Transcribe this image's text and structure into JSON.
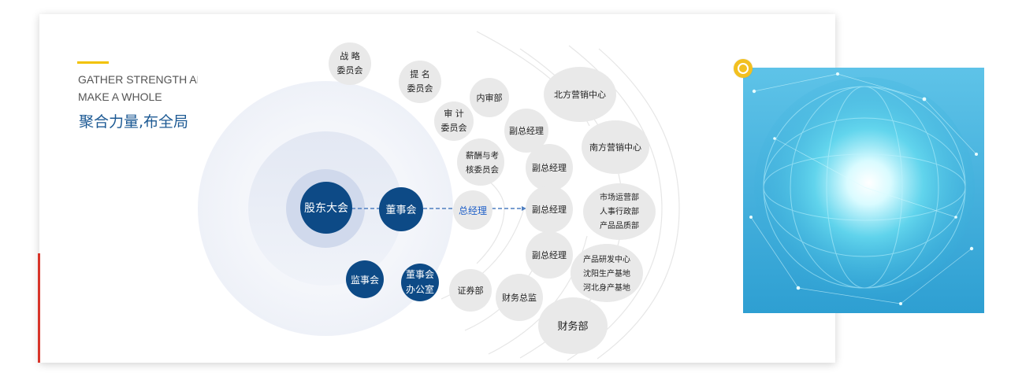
{
  "heading": {
    "en_line1": "GATHER STRENGTH AND",
    "en_line2": "MAKE A WHOLE",
    "zh": "聚合力量,布全局"
  },
  "nodes": {
    "shareholders": "股东大会",
    "board": "董事会",
    "gm": "总经理",
    "supervisors": "监事会",
    "board_office_l1": "董事会",
    "board_office_l2": "办公室",
    "strategy_l1": "战  略",
    "strategy_l2": "委员会",
    "nomination_l1": "提  名",
    "nomination_l2": "委员会",
    "audit_l1": "审  计",
    "audit_l2": "委员会",
    "salary_l1": "薪酬与考",
    "salary_l2": "核委员会",
    "internal_audit": "内审部",
    "securities": "证券部",
    "vgm1": "副总经理",
    "vgm2": "副总经理",
    "vgm3": "副总经理",
    "vgm4": "副总经理",
    "cfo": "财务总监",
    "north": "北方营销中心",
    "south": "南方营销中心",
    "dept3_l1": "市场运营部",
    "dept3_l2": "人事行政部",
    "dept3_l3": "产品品质部",
    "dept4_l1": "产品研发中心",
    "dept4_l2": "沈阳生产基地",
    "dept4_l3": "河北身产基地",
    "finance": "财务部"
  },
  "colors": {
    "navy": "#0d4a86",
    "grey": "#e8e8e8",
    "accent": "#f2c200",
    "red": "#d8352a",
    "title_blue": "#1d5a94"
  }
}
